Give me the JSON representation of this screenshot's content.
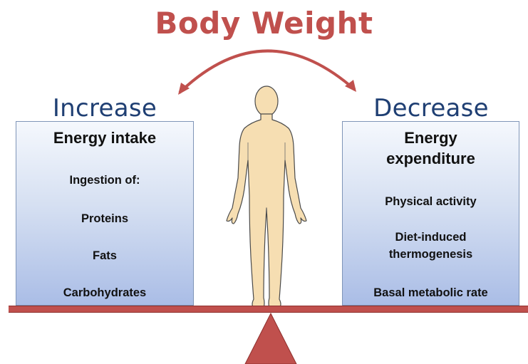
{
  "title": "Body Weight",
  "left_panel": {
    "heading": "Increase",
    "box_title": "Energy intake",
    "items": [
      "Ingestion of:",
      "Proteins",
      "Fats",
      "Carbohydrates"
    ]
  },
  "right_panel": {
    "heading": "Decrease",
    "box_title_line1": "Energy",
    "box_title_line2": "expenditure",
    "items": [
      "Physical activity",
      "Diet-induced",
      "thermogenesis",
      "Basal metabolic rate"
    ]
  },
  "colors": {
    "title": "#c0504d",
    "heading": "#1f3f73",
    "scale": "#c0504d",
    "box_top": "#f5f8fd",
    "box_bottom": "#aabde6",
    "body": "#f6deb2"
  },
  "icons": {
    "arrow": "curved-double-arrow",
    "figure": "human-body",
    "fulcrum": "triangle"
  }
}
